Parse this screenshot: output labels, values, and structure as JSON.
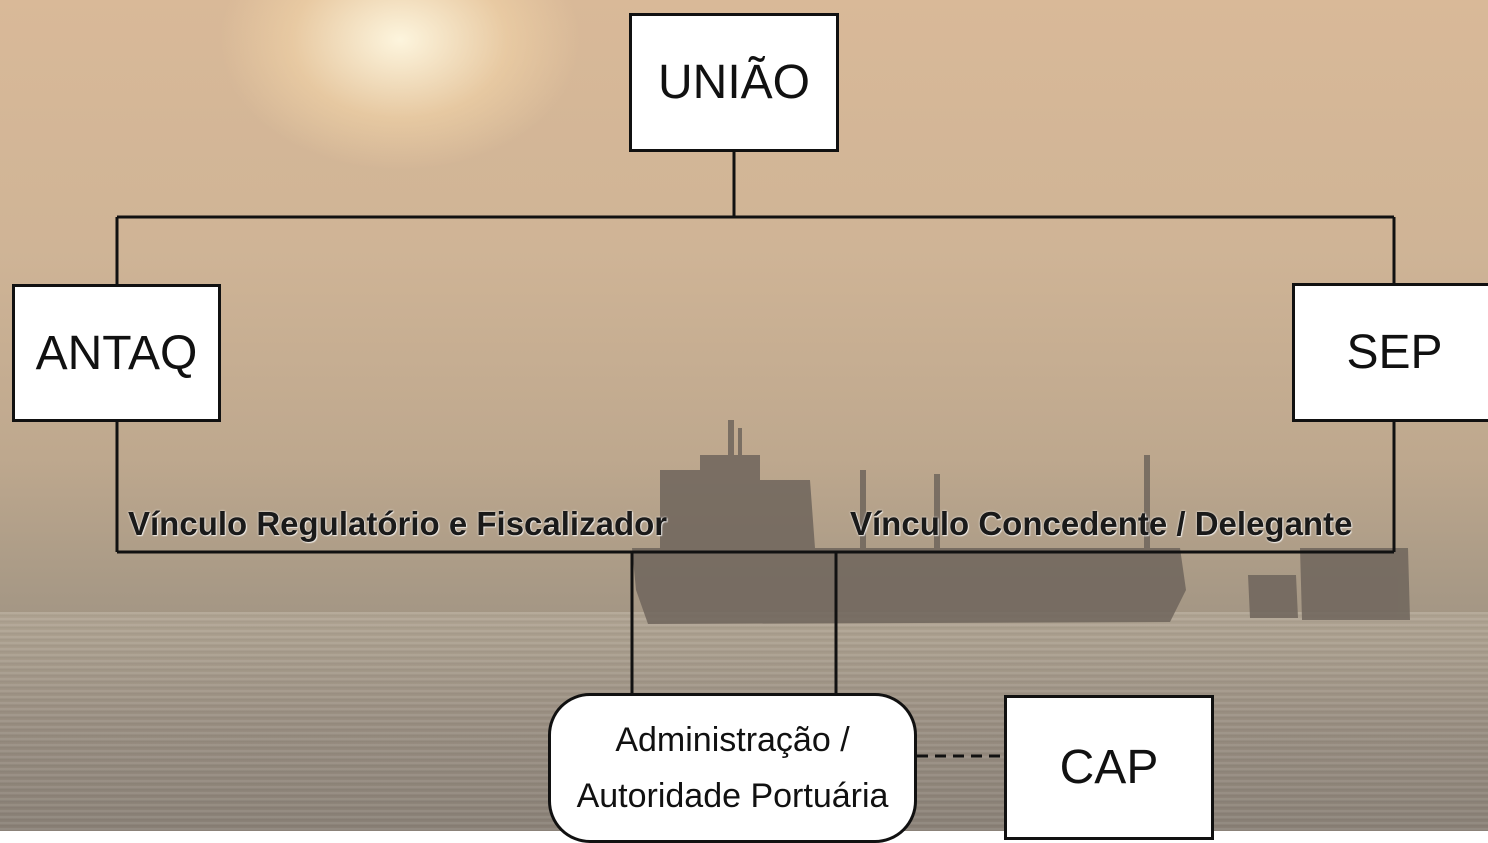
{
  "nodes": {
    "uniao": "UNIÃO",
    "antaq": "ANTAQ",
    "sep": "SEP",
    "administracao_line1": "Administração /",
    "administracao_line2": "Autoridade Portuária",
    "cap": "CAP"
  },
  "links": {
    "regulatorio": "Vínculo Regulatório e Fiscalizador",
    "concedente": "Vínculo Concedente / Delegante"
  }
}
